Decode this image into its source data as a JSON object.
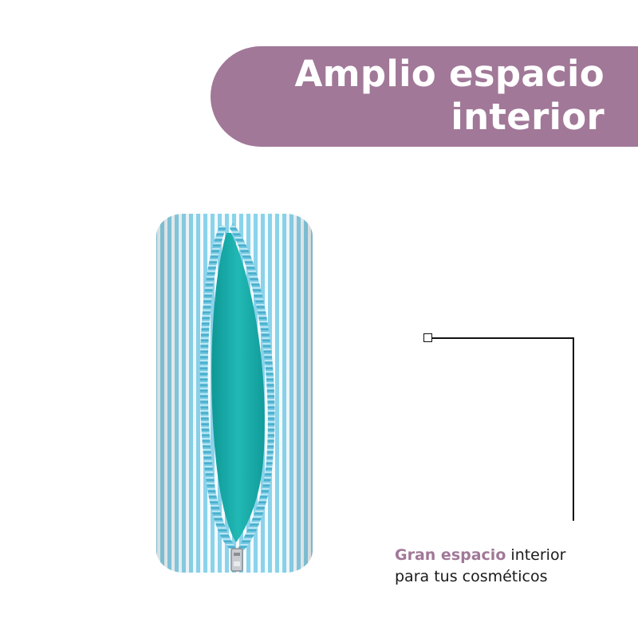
{
  "banner": {
    "title_line_1": "Amplio espacio",
    "title_line_2": "interior",
    "color": "#a17898"
  },
  "product": {
    "stripe_color": "#8ad3ea",
    "interior_color": "#1fb3b1",
    "zipper_color": "#7fd0e8"
  },
  "callout": {
    "highlight": "Gran espacio",
    "text_rest": " interior",
    "line_2": "para tus cosméticos"
  }
}
